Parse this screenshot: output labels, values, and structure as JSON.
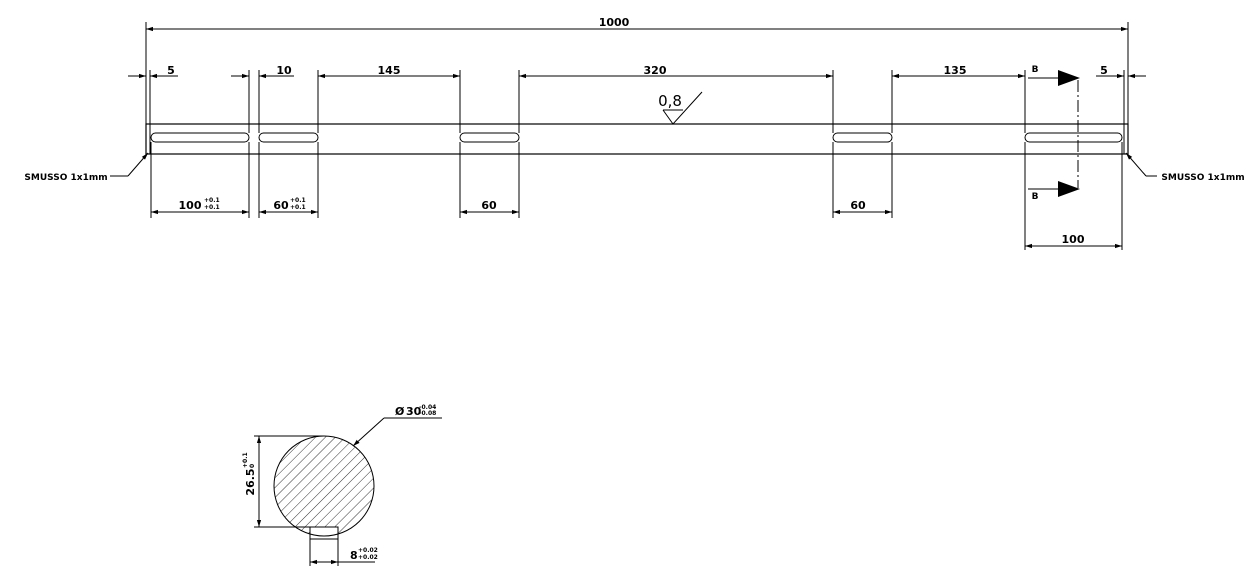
{
  "dimensions": {
    "overall": "1000",
    "left_end": "5",
    "right_end": "5",
    "gap_small": "10",
    "gap_a": "145",
    "gap_center": "320",
    "gap_b": "135",
    "slot1_len": "100",
    "slot1_tol_upper": "+0.1",
    "slot1_tol_lower": "+0.1",
    "slot2_len": "60",
    "slot2_tol_upper": "+0.1",
    "slot2_tol_lower": "+0.1",
    "slot3_len": "60",
    "slot4_len": "60",
    "slot5_len": "100"
  },
  "roughness": "0,8",
  "section": {
    "label_top": "B",
    "label_bottom": "B"
  },
  "chamfer": {
    "left": "SMUSSO 1x1mm",
    "right": "SMUSSO 1x1mm"
  },
  "cross_section": {
    "diameter_symbol": "Ø",
    "diameter": "30",
    "diameter_tol_upper": "-0.04",
    "diameter_tol_lower": "-0.08",
    "height": "26.5",
    "height_tol_upper": "+0.1",
    "height_tol_lower": "0",
    "key_width": "8",
    "key_tol_upper": "+0.02",
    "key_tol_lower": "+0.02"
  }
}
